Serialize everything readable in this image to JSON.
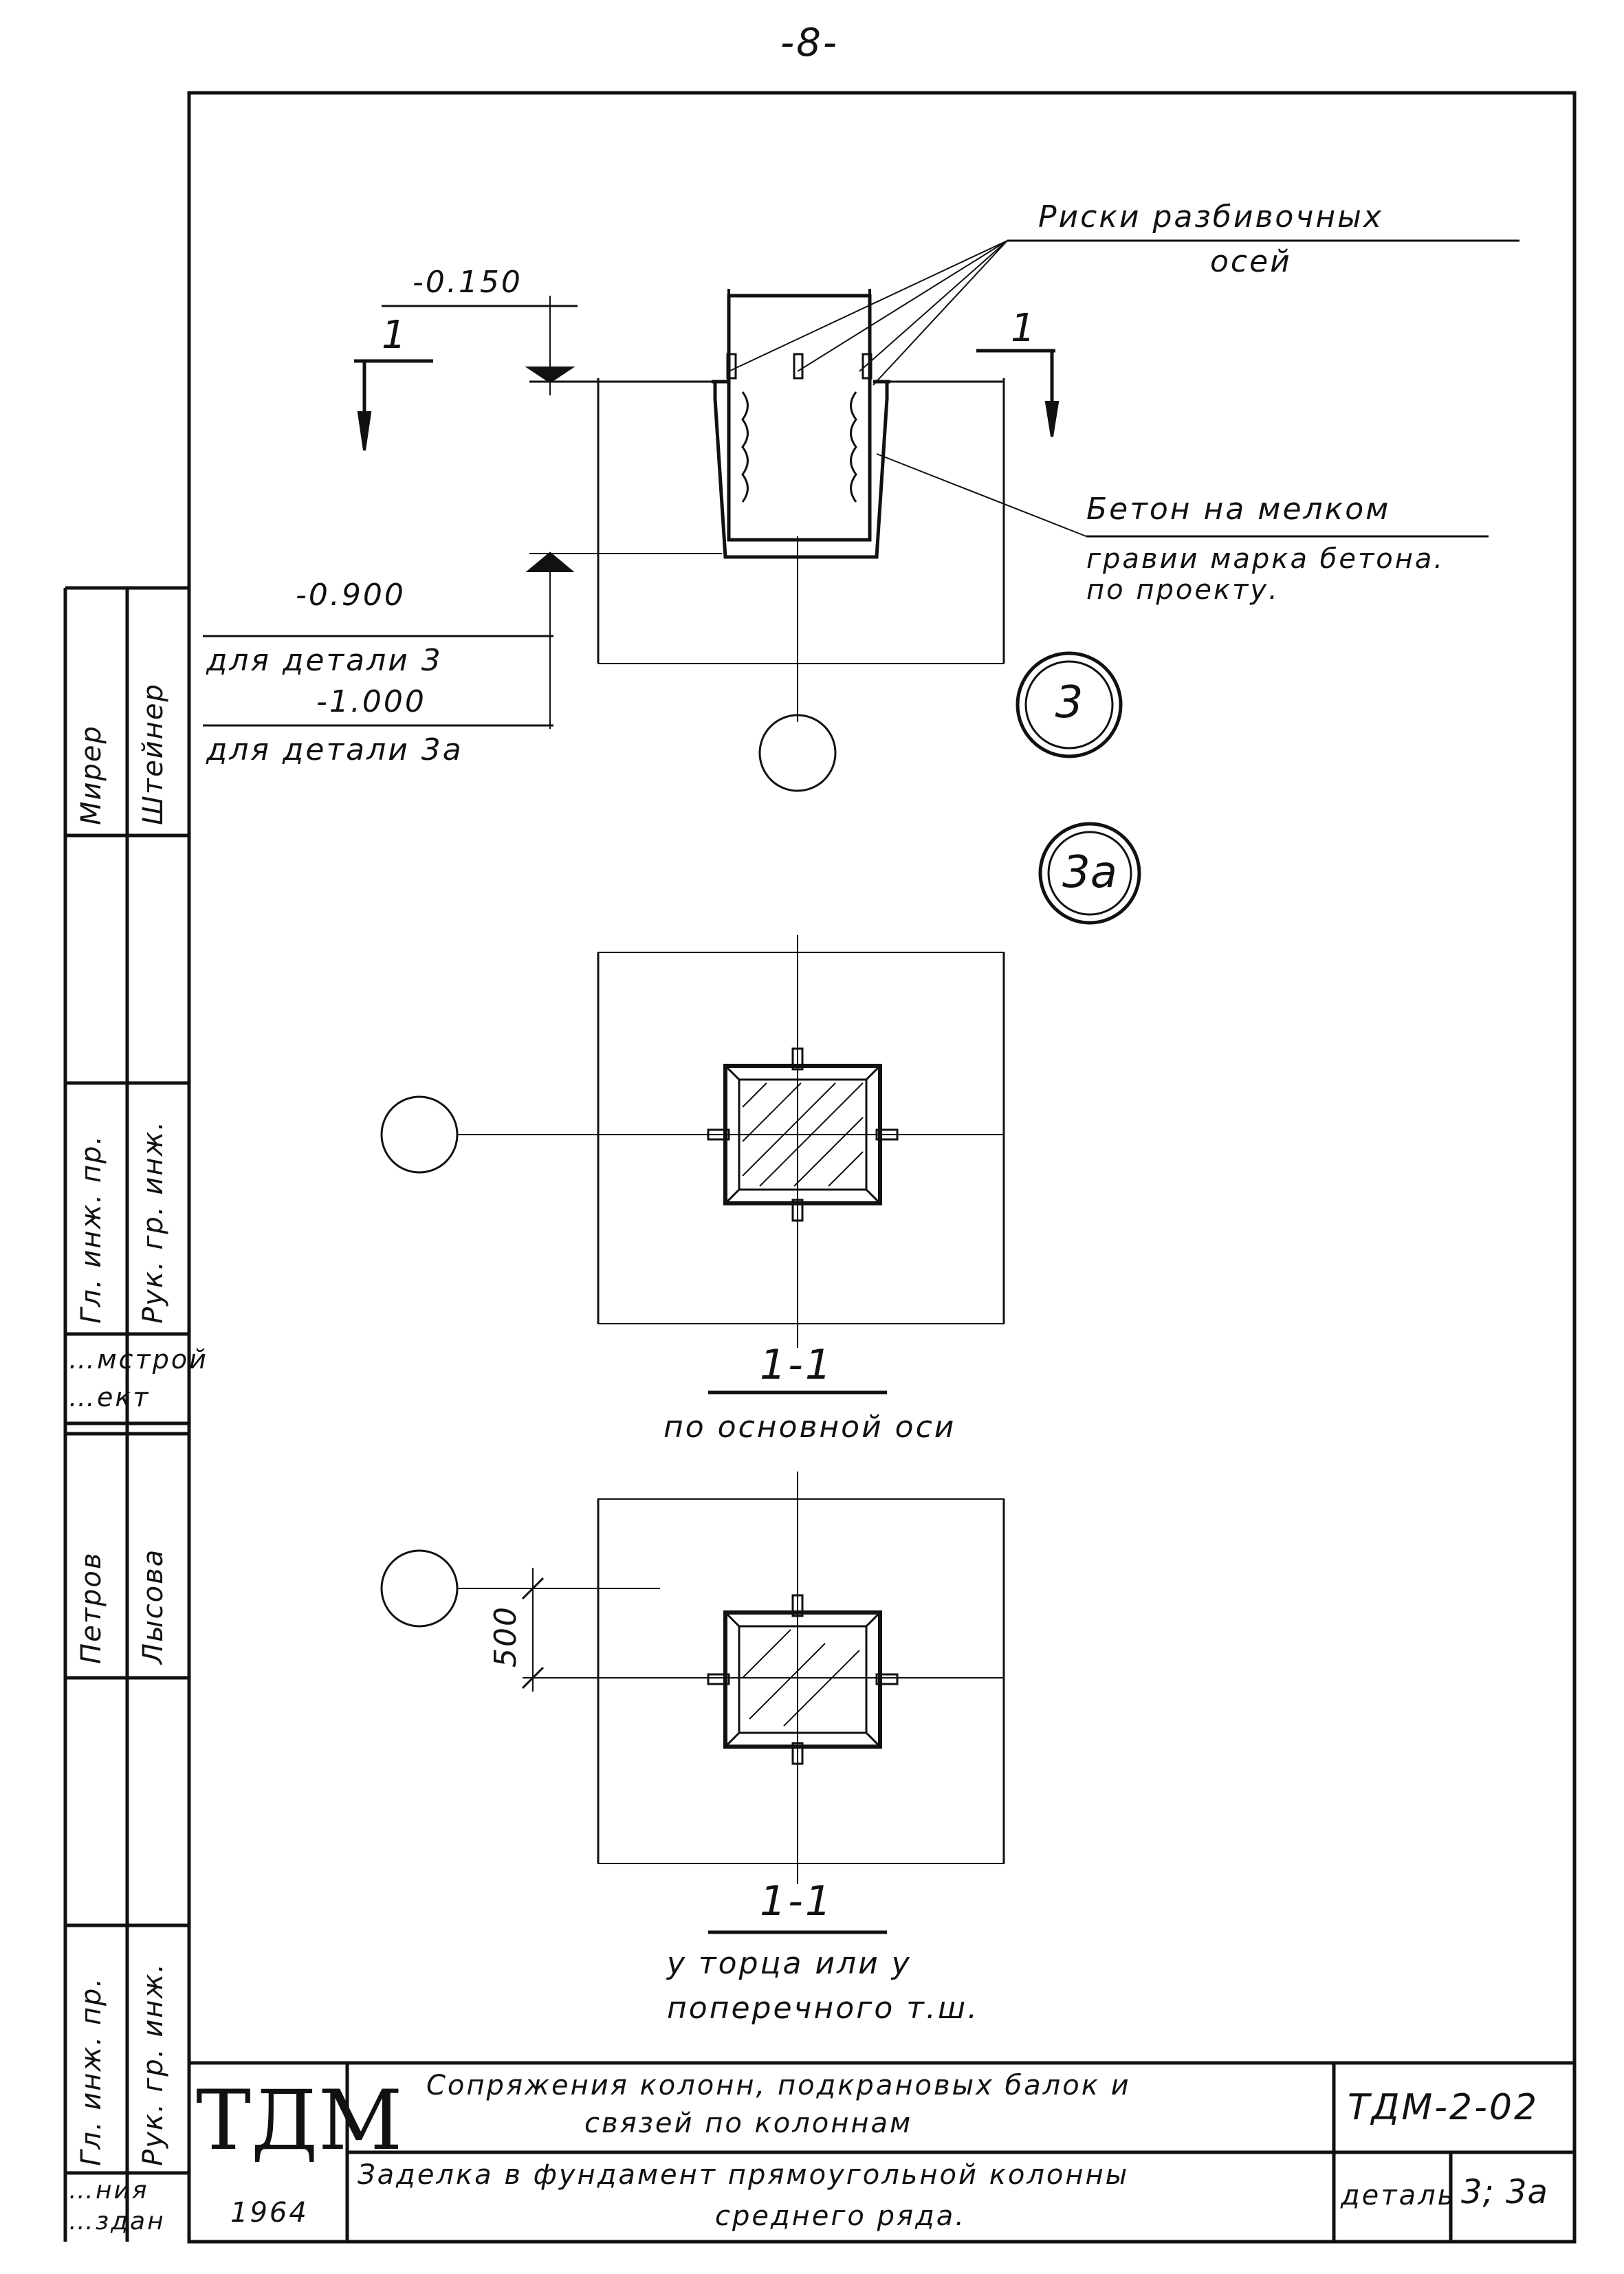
{
  "page_number": "-8-",
  "callouts": {
    "axis_marks": "Риски разбивочных",
    "axis_marks_2": "осей",
    "concrete_1": "Бетон на мелком",
    "concrete_2": "гравии марка бетона.",
    "concrete_3": "по проекту."
  },
  "elevations": {
    "top": "-0.150",
    "d3_value": "-0.900",
    "d3_label": "для детали 3",
    "d3a_value": "-1.000",
    "d3a_label": "для детали 3а"
  },
  "section_marks": {
    "left": "1",
    "right": "1"
  },
  "detail_refs": {
    "d3": "3",
    "d3a": "3а"
  },
  "section1": {
    "title": "1-1",
    "caption": "по основной оси"
  },
  "section2": {
    "title": "1-1",
    "caption_1": "у торца или у",
    "caption_2": "поперечного т.ш.",
    "dimension": "500"
  },
  "side_stamp": {
    "names_1": [
      "Мирер",
      "Штейнер"
    ],
    "roles_1": [
      "Гл. инж. пр.",
      "Рук. гр. инж."
    ],
    "org": [
      "…мстрой",
      "…ект"
    ],
    "names_2": [
      "Петров",
      "Лысова"
    ],
    "roles_2": [
      "Гл. инж. пр.",
      "Рук. гр. инж."
    ],
    "edition": [
      "…ния",
      "…здан"
    ]
  },
  "title_block": {
    "logo": "ТДМ",
    "year": "1964",
    "title_1": "Сопряжения колонн, подкрановых балок и",
    "title_2": "связей по колоннам",
    "sub_1": "Заделка в фундамент прямоугольной колонны",
    "sub_2": "среднего ряда.",
    "code": "ТДМ-2-02",
    "detail_label": "деталь",
    "detail_value": "3; 3а"
  }
}
